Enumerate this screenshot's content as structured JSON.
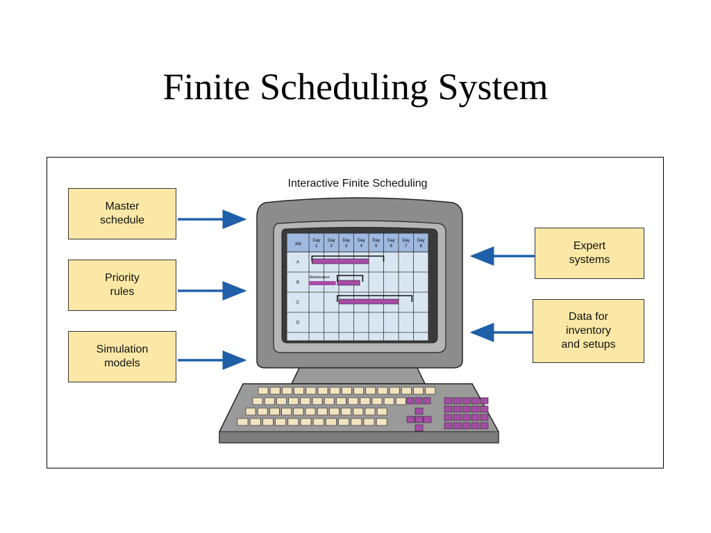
{
  "slide_title": "Finite Scheduling System",
  "figure": {
    "caption": "Interactive Finite Scheduling",
    "left_inputs": [
      {
        "label": "Master\nschedule"
      },
      {
        "label": "Priority\nrules"
      },
      {
        "label": "Simulation\nmodels"
      }
    ],
    "right_inputs": [
      {
        "label": "Expert\nsystems"
      },
      {
        "label": "Data for\ninventory\nand setups"
      }
    ],
    "gantt": {
      "corner_label": "Job",
      "days": [
        {
          "top": "Day",
          "num": "1"
        },
        {
          "top": "Day",
          "num": "2"
        },
        {
          "top": "Day",
          "num": "3"
        },
        {
          "top": "Day",
          "num": "4"
        },
        {
          "top": "Day",
          "num": "5"
        },
        {
          "top": "Day",
          "num": "6"
        },
        {
          "top": "Day",
          "num": "7"
        },
        {
          "top": "Day",
          "num": "8"
        }
      ],
      "jobs": [
        "A",
        "B",
        "C",
        "D"
      ],
      "maintenance_label": "Maintenance"
    },
    "colors": {
      "input_box_fill": "#fbe8a6",
      "arrow": "#1f5fa8",
      "bar": "#a64ca6",
      "screen_header": "#9fb8df",
      "screen_body": "#d9e6f2",
      "monitor_gray": "#8a8a8a"
    }
  }
}
